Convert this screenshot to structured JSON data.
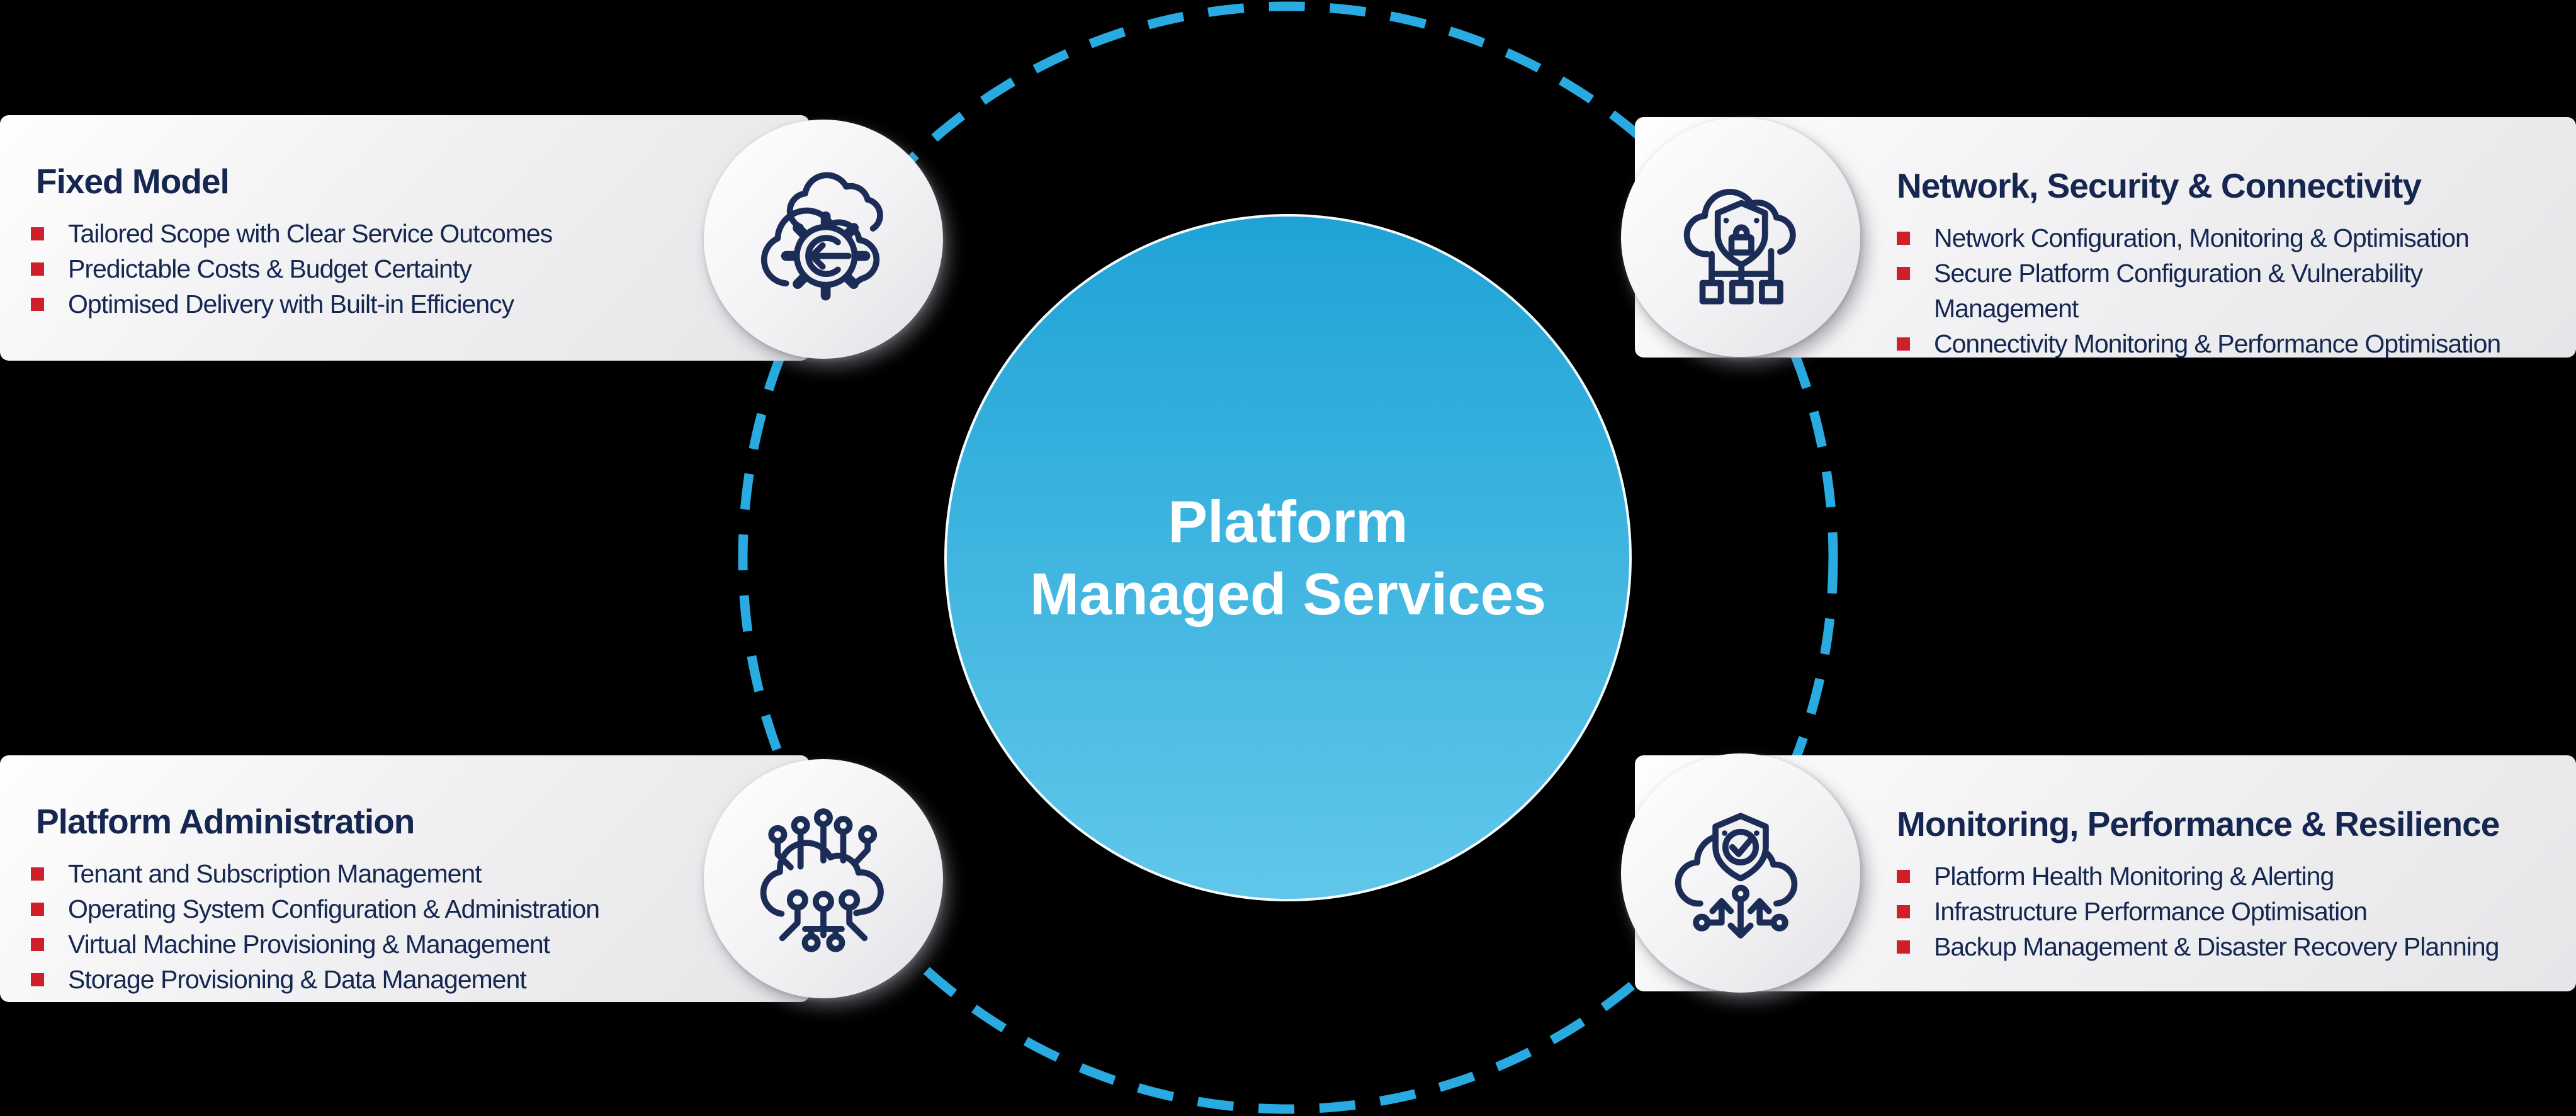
{
  "center": {
    "title_line1": "Platform",
    "title_line2": "Managed Services"
  },
  "cards": [
    {
      "id": "fixed-model",
      "title": "Fixed Model",
      "icon": "cloud-gear-icon",
      "bullets": [
        "Tailored Scope with Clear Service Outcomes",
        "Predictable Costs & Budget Certainty",
        "Optimised Delivery with Built-in Efficiency"
      ]
    },
    {
      "id": "network-security-connectivity",
      "title": "Network, Security & Connectivity",
      "icon": "cloud-shield-network-icon",
      "bullets": [
        "Network Configuration, Monitoring & Optimisation",
        "Secure Platform Configuration & Vulnerability Management",
        "Connectivity Monitoring & Performance Optimisation"
      ]
    },
    {
      "id": "platform-administration",
      "title": "Platform Administration",
      "icon": "cloud-circuit-icon",
      "bullets": [
        "Tenant and Subscription Management",
        "Operating System Configuration & Administration",
        "Virtual Machine Provisioning & Management",
        "Storage Provisioning & Data Management"
      ]
    },
    {
      "id": "monitoring-performance-resilience",
      "title": "Monitoring, Performance & Resilience",
      "icon": "cloud-shield-check-icon",
      "bullets": [
        "Platform Health Monitoring & Alerting",
        "Infrastructure Performance Optimisation",
        "Backup Management & Disaster Recovery Planning"
      ]
    }
  ],
  "colors": {
    "navy": "#152750",
    "red": "#CE1F2A",
    "ring": "#29ABE2",
    "icon": "#1B2C56",
    "circle_top": "#1FA3D6",
    "circle_bottom": "#60C7EA"
  }
}
